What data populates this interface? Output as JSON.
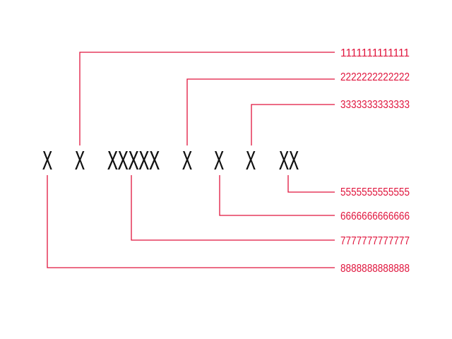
{
  "colors": {
    "accent": "#e0153d",
    "text": "#111111",
    "background": "#ffffff"
  },
  "code": {
    "segments": [
      "X",
      "X",
      "XXXXX",
      "X",
      "X",
      "X",
      "XX"
    ]
  },
  "callouts": {
    "c1": "1111111111111",
    "c2": "2222222222222",
    "c3": "3333333333333",
    "c5": "5555555555555",
    "c6": "6666666666666",
    "c7": "7777777777777",
    "c8": "8888888888888"
  }
}
